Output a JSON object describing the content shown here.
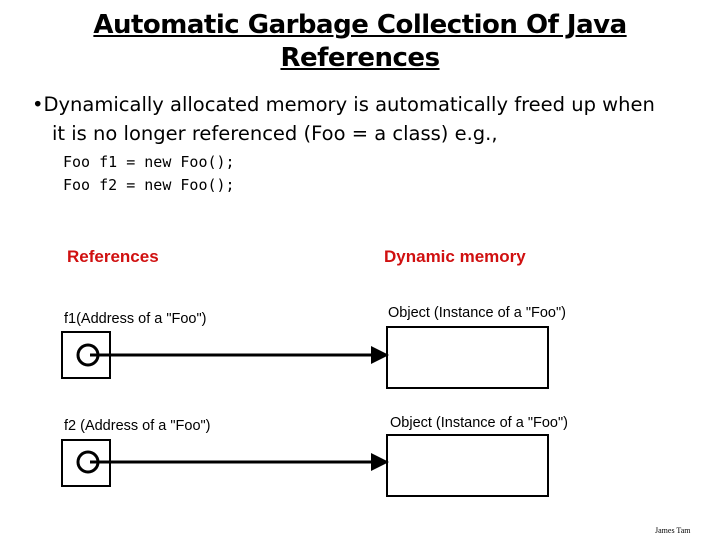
{
  "title": {
    "line1": "Automatic Garbage Collection Of Java",
    "line2": "References"
  },
  "bullet": {
    "line1": "•Dynamically allocated memory is automatically freed up when",
    "line2": "it is no longer referenced (Foo = a class) e.g.,"
  },
  "code": [
    "Foo f1 = new Foo();",
    "Foo f2 = new Foo();"
  ],
  "diagram": {
    "references_header": "References",
    "memory_header": "Dynamic memory",
    "refs": [
      {
        "label": "f1(Address of a \"Foo\")",
        "object_label": "Object (Instance of a \"Foo\")"
      },
      {
        "label": "f2 (Address of a \"Foo\")",
        "object_label": "Object (Instance of a \"Foo\")"
      }
    ],
    "header_color": "#d01010"
  },
  "footer": "James Tam"
}
